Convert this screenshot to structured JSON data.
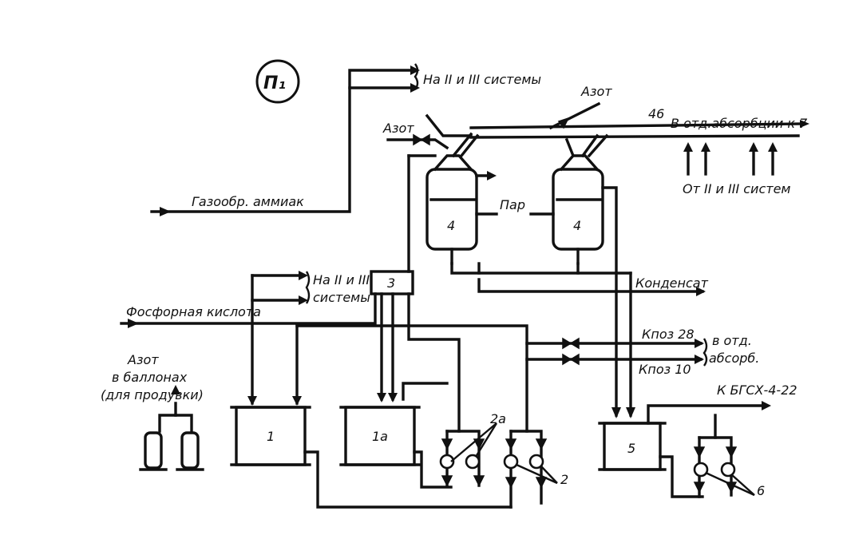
{
  "diagram": {
    "scheme_mark": "П₁",
    "labels": {
      "to_systems_top": "На II и III системы",
      "nitrogen_top": "Азот",
      "nitrogen_left": "Азот",
      "line_46": "46",
      "to_absorption_7": "В отд.абсорбции к 7",
      "from_systems": "От II и III систем",
      "ammonia": "Газообр. аммиак",
      "steam": "Пар",
      "to_systems_mid_1": "На II и III",
      "to_systems_mid_2": "системы",
      "phosphoric_acid": "Фосфорная кислота",
      "condensate": "Конденсат",
      "nitrogen_cyl_1": "Азот",
      "nitrogen_cyl_2": "в баллонах",
      "nitrogen_cyl_3": "(для продувки)",
      "kpoz28": "Кпоз 28",
      "kpoz10": "Кпоз 10",
      "to_abs_1": "в отд.",
      "to_abs_2": "абсорб.",
      "to_bgsx": "К БГСХ-4-22"
    },
    "equipment": {
      "tank_1": "1",
      "tank_1a": "1а",
      "vessel_3": "3",
      "reactor_left": "4",
      "reactor_right": "4",
      "tank_5": "5",
      "pump_2a": "2а",
      "pump_2": "2",
      "pump_6": "6"
    }
  }
}
